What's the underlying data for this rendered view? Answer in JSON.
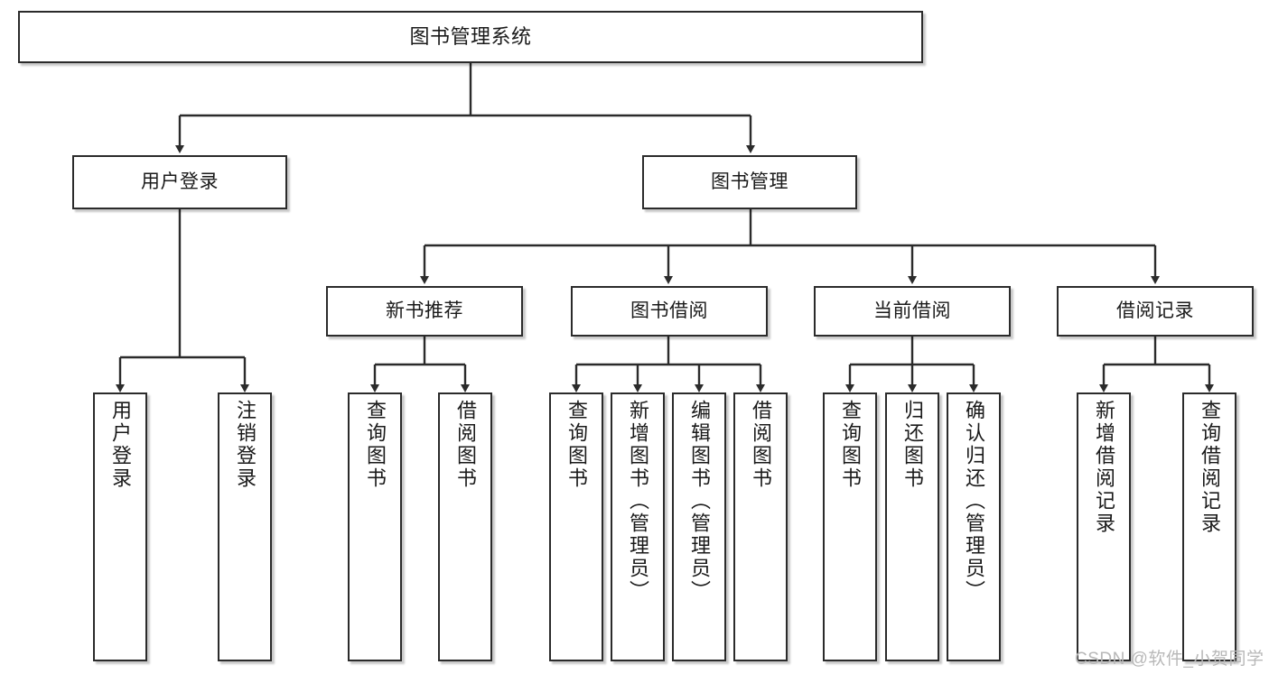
{
  "diagram": {
    "title": "图书管理系统",
    "type": "tree",
    "root": {
      "label": "图书管理系统"
    },
    "level2": [
      {
        "label": "用户登录"
      },
      {
        "label": "图书管理"
      }
    ],
    "level3": [
      {
        "label": "新书推荐"
      },
      {
        "label": "图书借阅"
      },
      {
        "label": "当前借阅"
      },
      {
        "label": "借阅记录"
      }
    ],
    "leaves": {
      "user_login": [
        {
          "label": "用户登录"
        },
        {
          "label": "注销登录"
        }
      ],
      "new_book_recommend": [
        {
          "label": "查询图书"
        },
        {
          "label": "借阅图书"
        }
      ],
      "book_borrow": [
        {
          "label": "查询图书"
        },
        {
          "label": "新增图书（管理员）"
        },
        {
          "label": "编辑图书（管理员）"
        },
        {
          "label": "借阅图书"
        }
      ],
      "current_borrow": [
        {
          "label": "查询图书"
        },
        {
          "label": "归还图书"
        },
        {
          "label": "确认归还（管理员）"
        }
      ],
      "borrow_record": [
        {
          "label": "新增借阅记录"
        },
        {
          "label": "查询借阅记录"
        }
      ]
    }
  },
  "watermark": {
    "text": "CSDN @软件_小贺同学"
  },
  "colors": {
    "border": "#2b2b2b",
    "background": "#ffffff",
    "text": "#1a1a1a",
    "watermark": "#b8b8b8"
  }
}
